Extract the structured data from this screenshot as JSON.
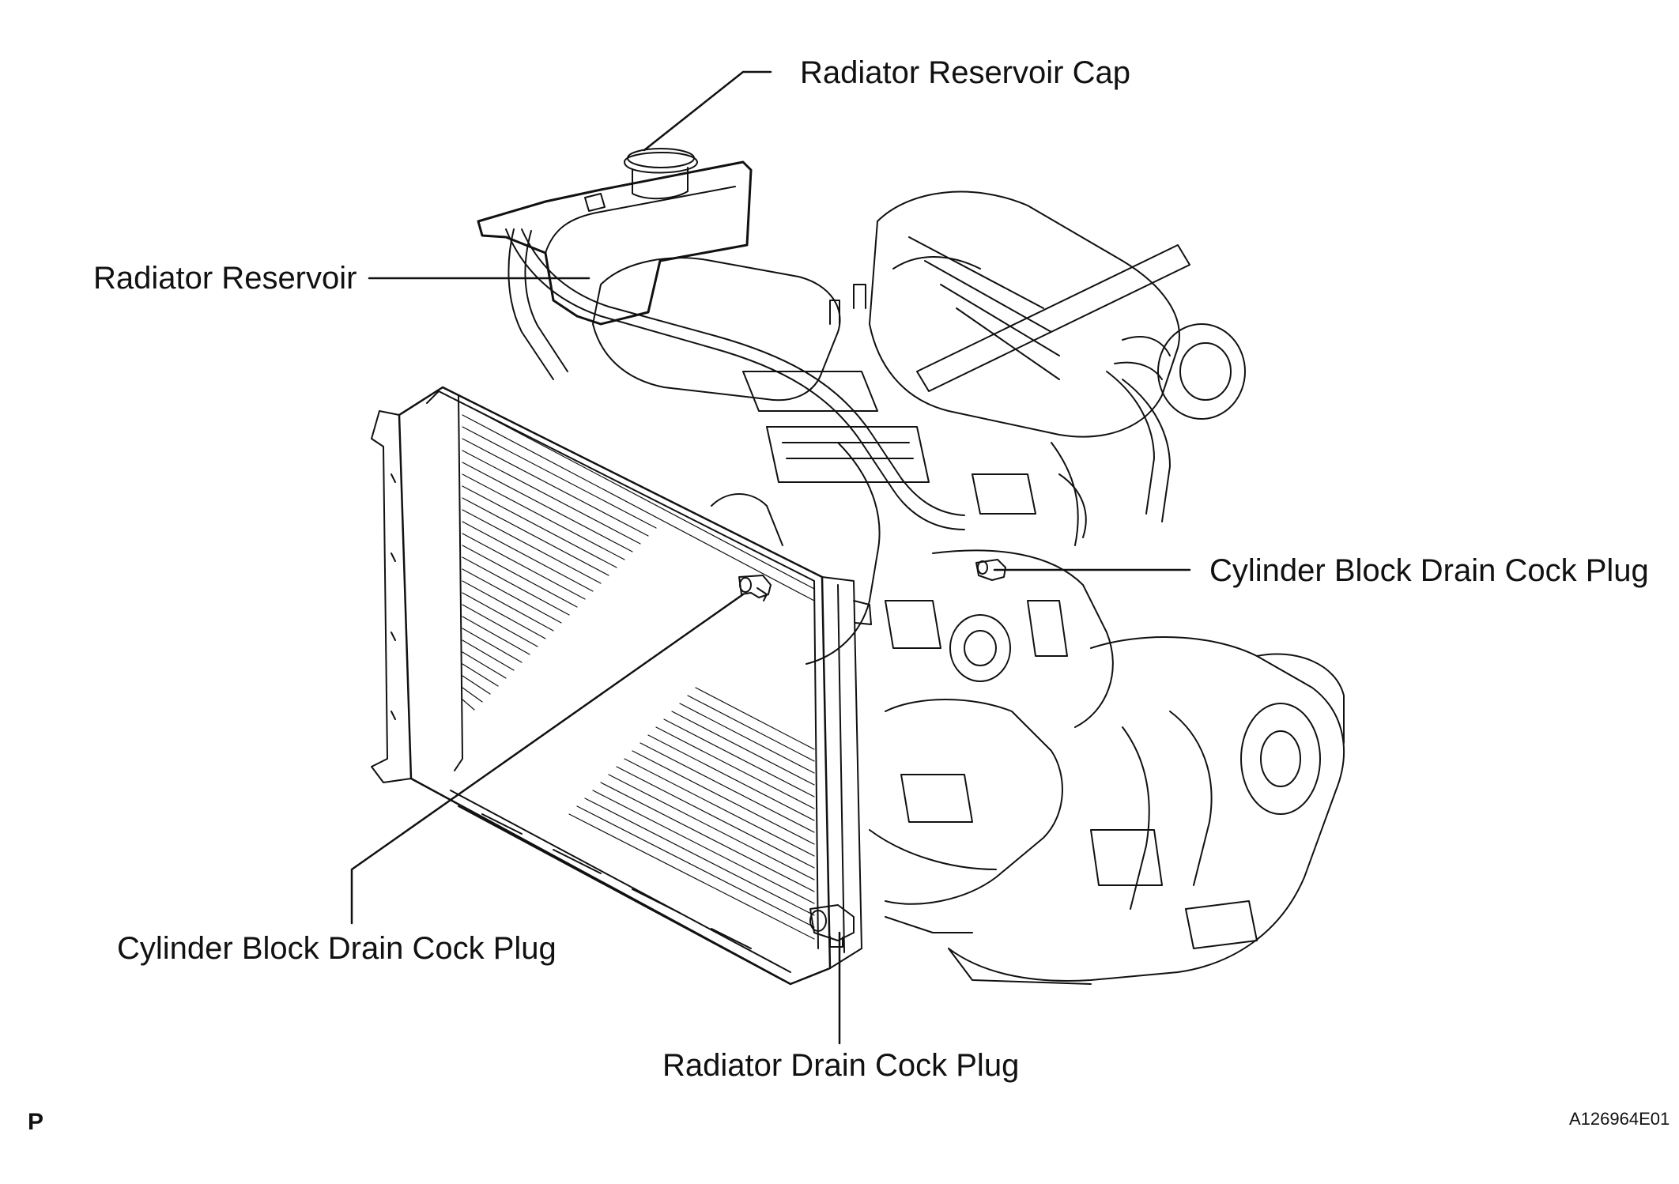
{
  "labels": {
    "reservoir_cap": "Radiator Reservoir Cap",
    "reservoir": "Radiator Reservoir",
    "block_drain_right": "Cylinder Block Drain Cock Plug",
    "block_drain_left": "Cylinder Block Drain Cock Plug",
    "radiator_drain": "Radiator Drain Cock Plug"
  },
  "footer": {
    "view_letter": "P",
    "figure_code": "A126964E01"
  },
  "colors": {
    "line": "#111111",
    "background": "#ffffff"
  }
}
